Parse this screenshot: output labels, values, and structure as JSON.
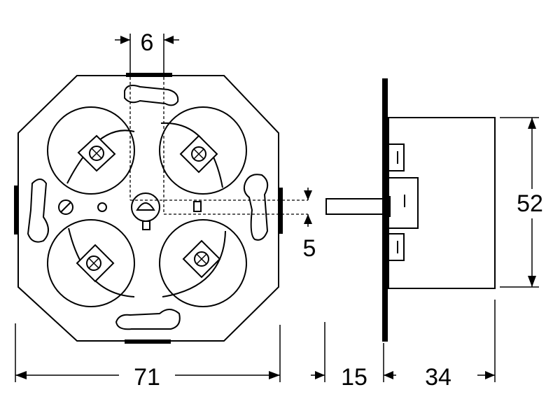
{
  "dimensions": {
    "top_gap": "6",
    "side_gap": "5",
    "width": "71",
    "depth_front": "15",
    "depth_back": "34",
    "height": "52"
  },
  "colors": {
    "line": "#000000",
    "background": "#ffffff"
  }
}
